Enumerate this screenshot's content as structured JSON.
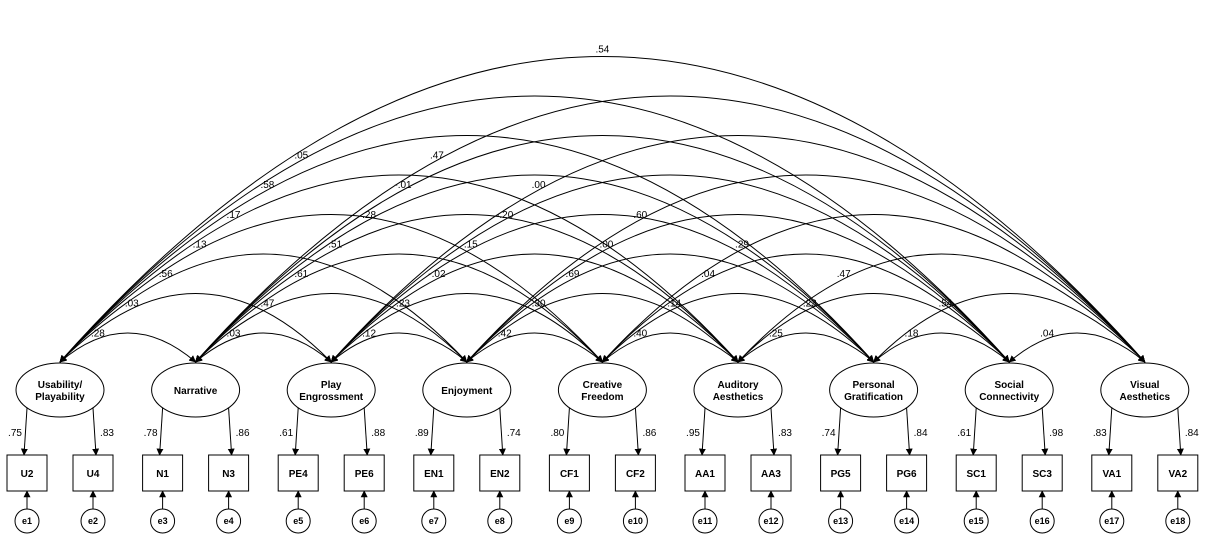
{
  "factors": [
    {
      "id": "U",
      "label_lines": [
        "Usability/",
        "Playability"
      ],
      "indicators": [
        "U2",
        "U4"
      ],
      "loadings": [
        ".75",
        ".83"
      ],
      "errors": [
        "e1",
        "e2"
      ]
    },
    {
      "id": "N",
      "label_lines": [
        "Narrative"
      ],
      "indicators": [
        "N1",
        "N3"
      ],
      "loadings": [
        ".78",
        ".86"
      ],
      "errors": [
        "e3",
        "e4"
      ]
    },
    {
      "id": "PE",
      "label_lines": [
        "Play",
        "Engrossment"
      ],
      "indicators": [
        "PE4",
        "PE6"
      ],
      "loadings": [
        ".61",
        ".88"
      ],
      "errors": [
        "e5",
        "e6"
      ]
    },
    {
      "id": "EN",
      "label_lines": [
        "Enjoyment"
      ],
      "indicators": [
        "EN1",
        "EN2"
      ],
      "loadings": [
        ".89",
        ".74"
      ],
      "errors": [
        "e7",
        "e8"
      ]
    },
    {
      "id": "CF",
      "label_lines": [
        "Creative",
        "Freedom"
      ],
      "indicators": [
        "CF1",
        "CF2"
      ],
      "loadings": [
        ".80",
        ".86"
      ],
      "errors": [
        "e9",
        "e10"
      ]
    },
    {
      "id": "AA",
      "label_lines": [
        "Auditory",
        "Aesthetics"
      ],
      "indicators": [
        "AA1",
        "AA3"
      ],
      "loadings": [
        ".95",
        ".83"
      ],
      "errors": [
        "e11",
        "e12"
      ]
    },
    {
      "id": "PG",
      "label_lines": [
        "Personal",
        "Gratification"
      ],
      "indicators": [
        "PG5",
        "PG6"
      ],
      "loadings": [
        ".74",
        ".84"
      ],
      "errors": [
        "e13",
        "e14"
      ]
    },
    {
      "id": "SC",
      "label_lines": [
        "Social",
        "Connectivity"
      ],
      "indicators": [
        "SC1",
        "SC3"
      ],
      "loadings": [
        ".61",
        ".98"
      ],
      "errors": [
        "e15",
        "e16"
      ]
    },
    {
      "id": "VA",
      "label_lines": [
        "Visual",
        "Aesthetics"
      ],
      "indicators": [
        "VA1",
        "VA2"
      ],
      "loadings": [
        ".83",
        ".84"
      ],
      "errors": [
        "e17",
        "e18"
      ]
    }
  ],
  "correlations": [
    {
      "from": 0,
      "to": 1,
      "value": ".28"
    },
    {
      "from": 1,
      "to": 2,
      "value": ".03"
    },
    {
      "from": 2,
      "to": 3,
      "value": ".12"
    },
    {
      "from": 3,
      "to": 4,
      "value": ".42"
    },
    {
      "from": 4,
      "to": 5,
      "value": ".40"
    },
    {
      "from": 5,
      "to": 6,
      "value": ".25"
    },
    {
      "from": 6,
      "to": 7,
      "value": ".18"
    },
    {
      "from": 7,
      "to": 8,
      "value": ".04"
    },
    {
      "from": 0,
      "to": 2,
      "value": ".03"
    },
    {
      "from": 1,
      "to": 3,
      "value": ".47"
    },
    {
      "from": 2,
      "to": 4,
      "value": ".23"
    },
    {
      "from": 3,
      "to": 5,
      "value": ".30"
    },
    {
      "from": 4,
      "to": 6,
      "value": ".14"
    },
    {
      "from": 5,
      "to": 7,
      "value": ".23"
    },
    {
      "from": 6,
      "to": 8,
      "value": ".54"
    },
    {
      "from": 0,
      "to": 3,
      "value": ".56"
    },
    {
      "from": 1,
      "to": 4,
      "value": ".61"
    },
    {
      "from": 2,
      "to": 5,
      "value": "-.02"
    },
    {
      "from": 3,
      "to": 6,
      "value": ".69"
    },
    {
      "from": 4,
      "to": 7,
      "value": ".04"
    },
    {
      "from": 5,
      "to": 8,
      "value": ".47"
    },
    {
      "from": 0,
      "to": 4,
      "value": ".13"
    },
    {
      "from": 1,
      "to": 5,
      "value": ".51"
    },
    {
      "from": 2,
      "to": 6,
      "value": ".15"
    },
    {
      "from": 3,
      "to": 7,
      "value": ".00"
    },
    {
      "from": 4,
      "to": 8,
      "value": ".29"
    },
    {
      "from": 0,
      "to": 5,
      "value": ".17"
    },
    {
      "from": 1,
      "to": 6,
      "value": ".28"
    },
    {
      "from": 2,
      "to": 7,
      "value": "-.20"
    },
    {
      "from": 3,
      "to": 8,
      "value": ".60"
    },
    {
      "from": 0,
      "to": 6,
      "value": ".58"
    },
    {
      "from": 1,
      "to": 7,
      "value": "-.01"
    },
    {
      "from": 2,
      "to": 8,
      "value": ".00"
    },
    {
      "from": 0,
      "to": 7,
      "value": ".05"
    },
    {
      "from": 1,
      "to": 8,
      "value": ".47"
    },
    {
      "from": 0,
      "to": 8,
      "value": ".54"
    }
  ]
}
